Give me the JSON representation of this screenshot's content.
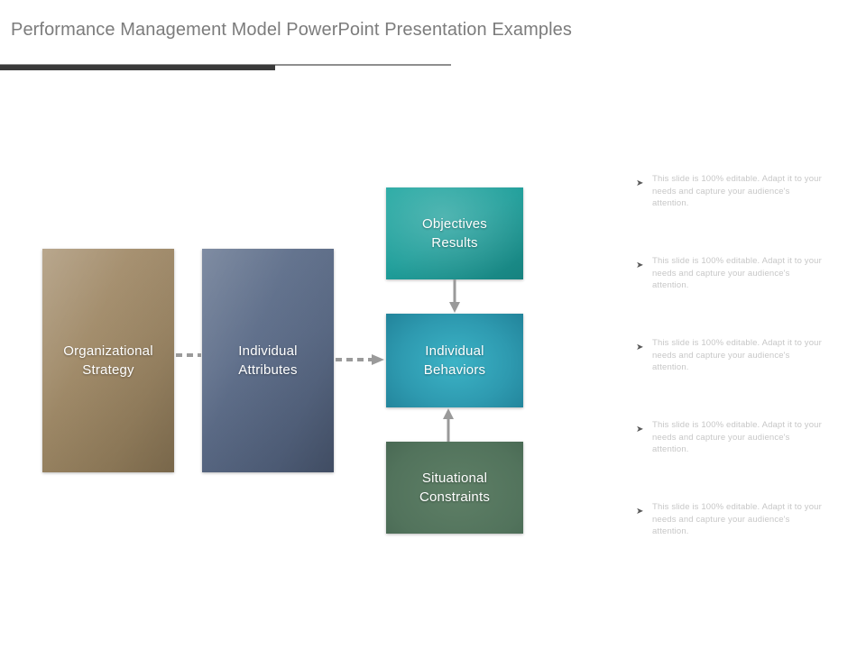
{
  "slide": {
    "title": "Performance Management Model PowerPoint Presentation Examples",
    "background_color": "#FFFFFF",
    "title_color": "#7C7C7C",
    "rule_thick_color": "#3A3A3A",
    "rule_thin_color": "#8E8E8E"
  },
  "diagram": {
    "boxes": [
      {
        "id": "organizational-strategy",
        "label": "Organizational\nStrategy",
        "color": "#A79171",
        "shape": "tall-rectangle"
      },
      {
        "id": "individual-attributes",
        "label": "Individual\nAttributes",
        "color": "#5D6D89",
        "shape": "tall-rectangle"
      },
      {
        "id": "objectives-results",
        "label": "Objectives\nResults",
        "color": "#1F9E9A",
        "shape": "wide-rectangle"
      },
      {
        "id": "individual-behaviors",
        "label": "Individual\nBehaviors",
        "color": "#2E9AB0",
        "shape": "wide-rectangle"
      },
      {
        "id": "situational-constraints",
        "label": "Situational\nConstraints",
        "color": "#52735C",
        "shape": "wide-rectangle"
      }
    ],
    "connectors": [
      {
        "id": "org-to-attributes",
        "from": "organizational-strategy",
        "to": "individual-attributes",
        "style": "dashed",
        "arrowhead": false,
        "direction": "right",
        "color": "#9A9A9A"
      },
      {
        "id": "attributes-to-behaviors",
        "from": "individual-attributes",
        "to": "individual-behaviors",
        "style": "dashed",
        "arrowhead": true,
        "direction": "right",
        "color": "#9A9A9A"
      },
      {
        "id": "objectives-to-behaviors",
        "from": "objectives-results",
        "to": "individual-behaviors",
        "style": "solid",
        "arrowhead": true,
        "direction": "down",
        "color": "#9A9A9A"
      },
      {
        "id": "constraints-to-behaviors",
        "from": "situational-constraints",
        "to": "individual-behaviors",
        "style": "solid",
        "arrowhead": true,
        "direction": "up",
        "color": "#9A9A9A"
      }
    ]
  },
  "bullets": {
    "marker_glyph": "➤",
    "marker_color": "#5A5A5A",
    "text_color": "#C7C7C7",
    "items": [
      {
        "text": "This slide is 100% editable. Adapt it to your needs and capture your audience's attention."
      },
      {
        "text": "This slide is 100% editable. Adapt it to your needs and capture your audience's attention."
      },
      {
        "text": "This slide is 100% editable. Adapt it to your needs and capture your audience's attention."
      },
      {
        "text": "This slide is 100% editable. Adapt it to your needs and capture your audience's attention."
      },
      {
        "text": "This slide is 100% editable. Adapt it to your needs and capture your audience's attention."
      }
    ]
  }
}
